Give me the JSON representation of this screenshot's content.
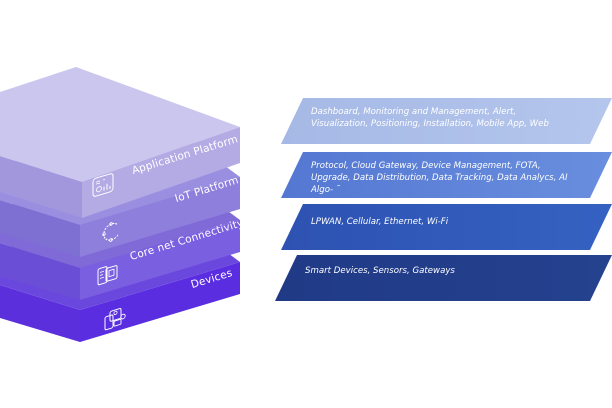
{
  "diagram": {
    "title": "IoT architecture layers",
    "layers": [
      {
        "name": "Application Platform",
        "icon": "dashboard-chart-icon",
        "top_color": "#cdc8ee",
        "side_color": "#b2a8e3",
        "front_color": "#9e93dc"
      },
      {
        "name": "IoT Platform",
        "icon": "cloud-cycle-icon",
        "top_color": "#9b8ee0",
        "side_color": "#8f80dc",
        "front_color": "#7e6ed6"
      },
      {
        "name": "Core net Connectivity",
        "icon": "sim-chip-icon",
        "top_color": "#7f67dc",
        "side_color": "#7a5fe0",
        "front_color": "#6c50d9"
      },
      {
        "name": "Devices",
        "icon": "devices-icon",
        "top_color": "#6a44e0",
        "side_color": "#6234e6",
        "front_color": "#5228da"
      }
    ],
    "bands": [
      {
        "text": "Dashboard, Monitoring and Management, Alert, Visualization, Positioning, Installation, Mobile App, Web",
        "color": "#a9bde8"
      },
      {
        "text": "Protocol, Cloud Gateway, Device Management, FOTA, Upgrade, Data Distribution, Data Tracking, Data Analycs, AI Algo- ˜",
        "color": "#5b80d6"
      },
      {
        "text": "LPWAN, Cellular, Ethernet, Wi-Fi",
        "color": "#2f58b8"
      },
      {
        "text": "Smart Devices, Sensors, Gateways",
        "color": "#213c88"
      }
    ]
  }
}
